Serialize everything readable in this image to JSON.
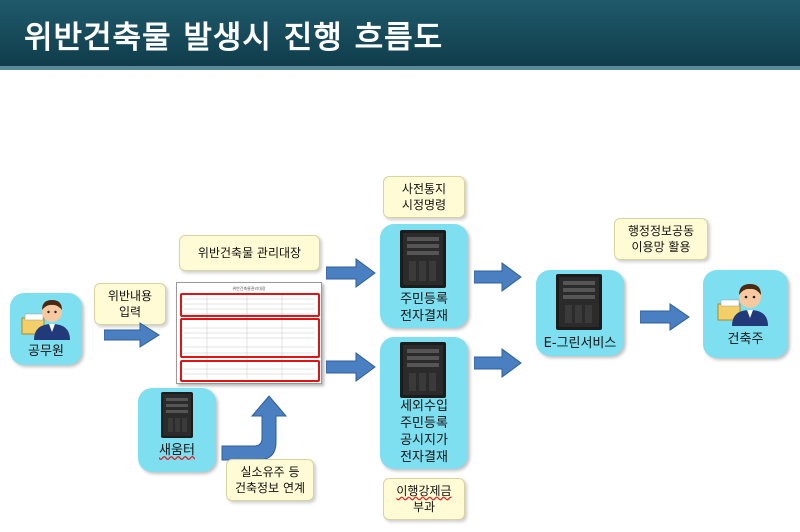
{
  "header": {
    "title": "위반건축물 발생시 진행 흐름도"
  },
  "nodes": {
    "official": {
      "label": "공무원"
    },
    "seumteo": {
      "label": "새움터"
    },
    "resident_server": {
      "label_1": "주민등록",
      "label_2": "전자결재"
    },
    "tax_server": {
      "label_1": "세외수입",
      "label_2": "주민등록",
      "label_3": "공시지가",
      "label_4": "전자결재"
    },
    "egreen": {
      "label": "E-그린서비스"
    },
    "owner": {
      "label": "건축주"
    }
  },
  "notes": {
    "violation_input": {
      "line1": "위반내용",
      "line2": "입력"
    },
    "ledger": {
      "text": "위반건축물 관리대장"
    },
    "prior_notice": {
      "line1": "사전통지",
      "line2": "시정명령"
    },
    "enforcement_fee": {
      "line1": "이행강제금",
      "line2": "부과"
    },
    "admin_info": {
      "line1": "행정정보공동",
      "line2": "이용망 활용"
    },
    "building_info": {
      "line1": "실소유주 등",
      "line2": "건축정보 연계"
    }
  },
  "document": {
    "title": "위반건축물관리대장"
  },
  "colors": {
    "header": "#134552",
    "node_bg": "#7ddff0",
    "note_bg": "#fffbd5",
    "arrow": "#4a7fc1",
    "frame": "#e01414"
  }
}
